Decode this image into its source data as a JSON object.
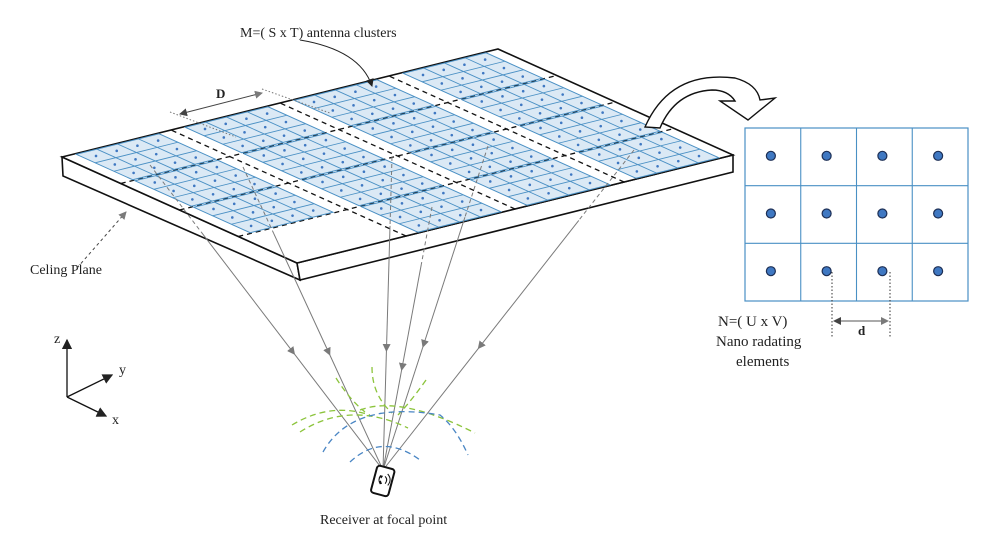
{
  "labels": {
    "antenna_clusters": "M=( S x T) antenna clusters",
    "ceiling_plane": "Celing Plane",
    "receiver": "Receiver at focal point",
    "nano_formula": "N=( U x V)",
    "nano_line1": "Nano radating",
    "nano_line2": "elements",
    "cluster_spacing": "D",
    "element_spacing": "d",
    "axis_x": "x",
    "axis_y": "y",
    "axis_z": "z"
  },
  "colors": {
    "outline": "#111111",
    "cluster_grid": "#4a90c4",
    "cluster_fill": "#dbe9f5",
    "element_dot": "#3f78c2",
    "ray": "#7a7a7a",
    "wave_green": "#8cc43c",
    "wave_blue": "#4a86c4"
  },
  "structure": {
    "cluster_grid": {
      "rows": 4,
      "cols": 4
    },
    "cluster_elements": {
      "rows": 3,
      "cols": 4
    },
    "zoom_elements": {
      "rows": 3,
      "cols": 4
    },
    "rays": 6
  }
}
